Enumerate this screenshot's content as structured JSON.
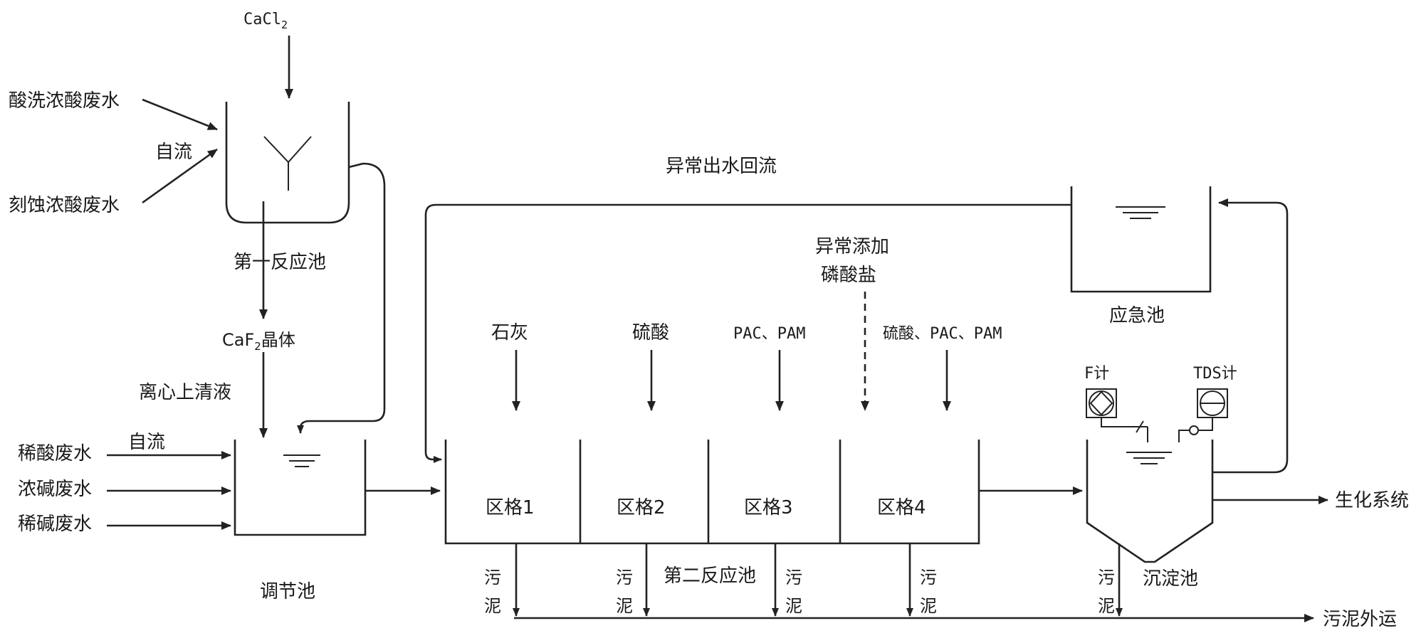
{
  "reagents": {
    "cacl2": "CaCl",
    "cacl2_sub": "2",
    "lime": "石灰",
    "sulfuric_acid": "硫酸",
    "pac_pam": "PAC、PAM",
    "acid_pac_pam": "硫酸、PAC、PAM",
    "abnormal_add_line1": "异常添加",
    "abnormal_add_line2": "磷酸盐"
  },
  "inflows": {
    "pickling_acid": "酸洗浓酸废水",
    "etching_acid": "刻蚀浓酸废水",
    "self_flow_1": "自流",
    "dilute_acid": "稀酸废水",
    "conc_alkali": "浓碱废水",
    "dilute_alkali": "稀碱废水",
    "self_flow_2": "自流"
  },
  "units": {
    "first_reactor": "第一反应池",
    "caf2_prefix": "CaF",
    "caf2_sub": "2",
    "caf2_suffix": "晶体",
    "centrifuge_supernatant": "离心上清液",
    "equalization_tank": "调节池",
    "second_reactor": "第二反应池",
    "zones": [
      "区格1",
      "区格2",
      "区格3",
      "区格4"
    ],
    "emergency_tank": "应急池",
    "sedimentation_tank": "沉淀池",
    "f_meter": "F计",
    "tds_meter": "TDS计",
    "abnormal_return": "异常出水回流"
  },
  "outputs": {
    "bio_system": "生化系统",
    "sludge_haul": "污泥外运",
    "sludge_top": "污",
    "sludge_bottom": "泥"
  }
}
